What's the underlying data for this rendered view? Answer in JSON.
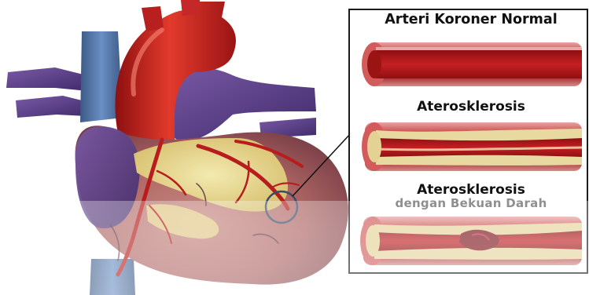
{
  "labels": {
    "normal": "Arteri Koroner Normal",
    "atherosclerosis": "Aterosklerosis",
    "clot_line1": "Aterosklerosis",
    "clot_line2": "dengan Bekuan Darah"
  },
  "colors": {
    "aorta_red": "#c81e1e",
    "vein_blue": "#4a6fa0",
    "pulmonary_purple": "#5a3f8a",
    "myocardium": "#a45a5a",
    "fat_yellow": "#e8d98a",
    "artery_lumen": "#b01818",
    "plaque": "#e9dca6",
    "clot": "#8e1a22",
    "frame": "#1a1a1a",
    "clot_label_grey": "#8f8f8f"
  }
}
